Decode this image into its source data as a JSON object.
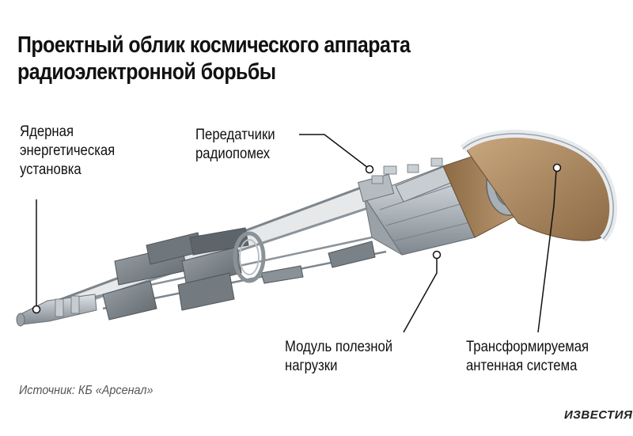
{
  "title": {
    "line1": "Проектный облик космического аппарата",
    "line2": "радиоэлектронной борьбы"
  },
  "callouts": {
    "nuclear": {
      "line1": "Ядерная",
      "line2": "энергетическая",
      "line3": "установка"
    },
    "jammers": {
      "line1": "Передатчики",
      "line2": "радиопомех"
    },
    "payload": {
      "line1": "Модуль полезной",
      "line2": "нагрузки"
    },
    "antenna": {
      "line1": "Трансформируемая",
      "line2": "антенная система"
    }
  },
  "source": "Источник: КБ «Арсенал»",
  "logo": "ИЗВЕСТИЯ"
}
